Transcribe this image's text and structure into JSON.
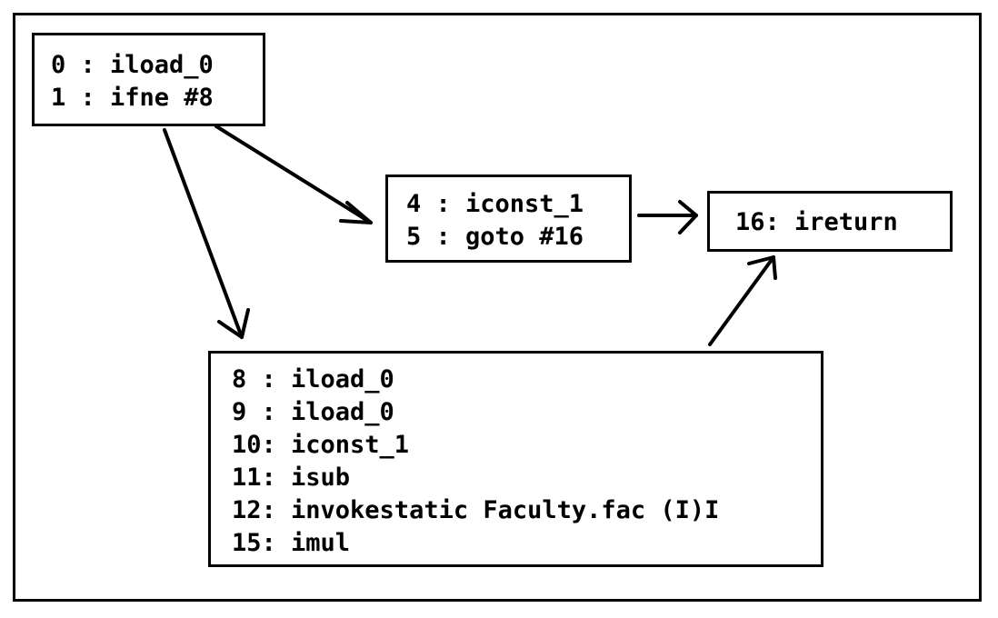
{
  "blocks": {
    "entry": {
      "lines": [
        "0 : iload_0",
        "1 : ifne #8"
      ]
    },
    "base_case": {
      "lines": [
        "4 : iconst_1",
        "5 : goto #16"
      ]
    },
    "exit": {
      "lines": [
        "16: ireturn"
      ]
    },
    "recursive_case": {
      "lines": [
        "8 : iload_0",
        "9 : iload_0",
        "10: iconst_1",
        "11: isub",
        "12: invokestatic Faculty.fac (I)I",
        "15: imul"
      ]
    }
  },
  "edges": [
    {
      "from": "entry",
      "to": "base_case"
    },
    {
      "from": "entry",
      "to": "recursive_case"
    },
    {
      "from": "base_case",
      "to": "exit"
    },
    {
      "from": "recursive_case",
      "to": "exit"
    }
  ],
  "colors": {
    "stroke": "#000000",
    "background": "#ffffff"
  }
}
